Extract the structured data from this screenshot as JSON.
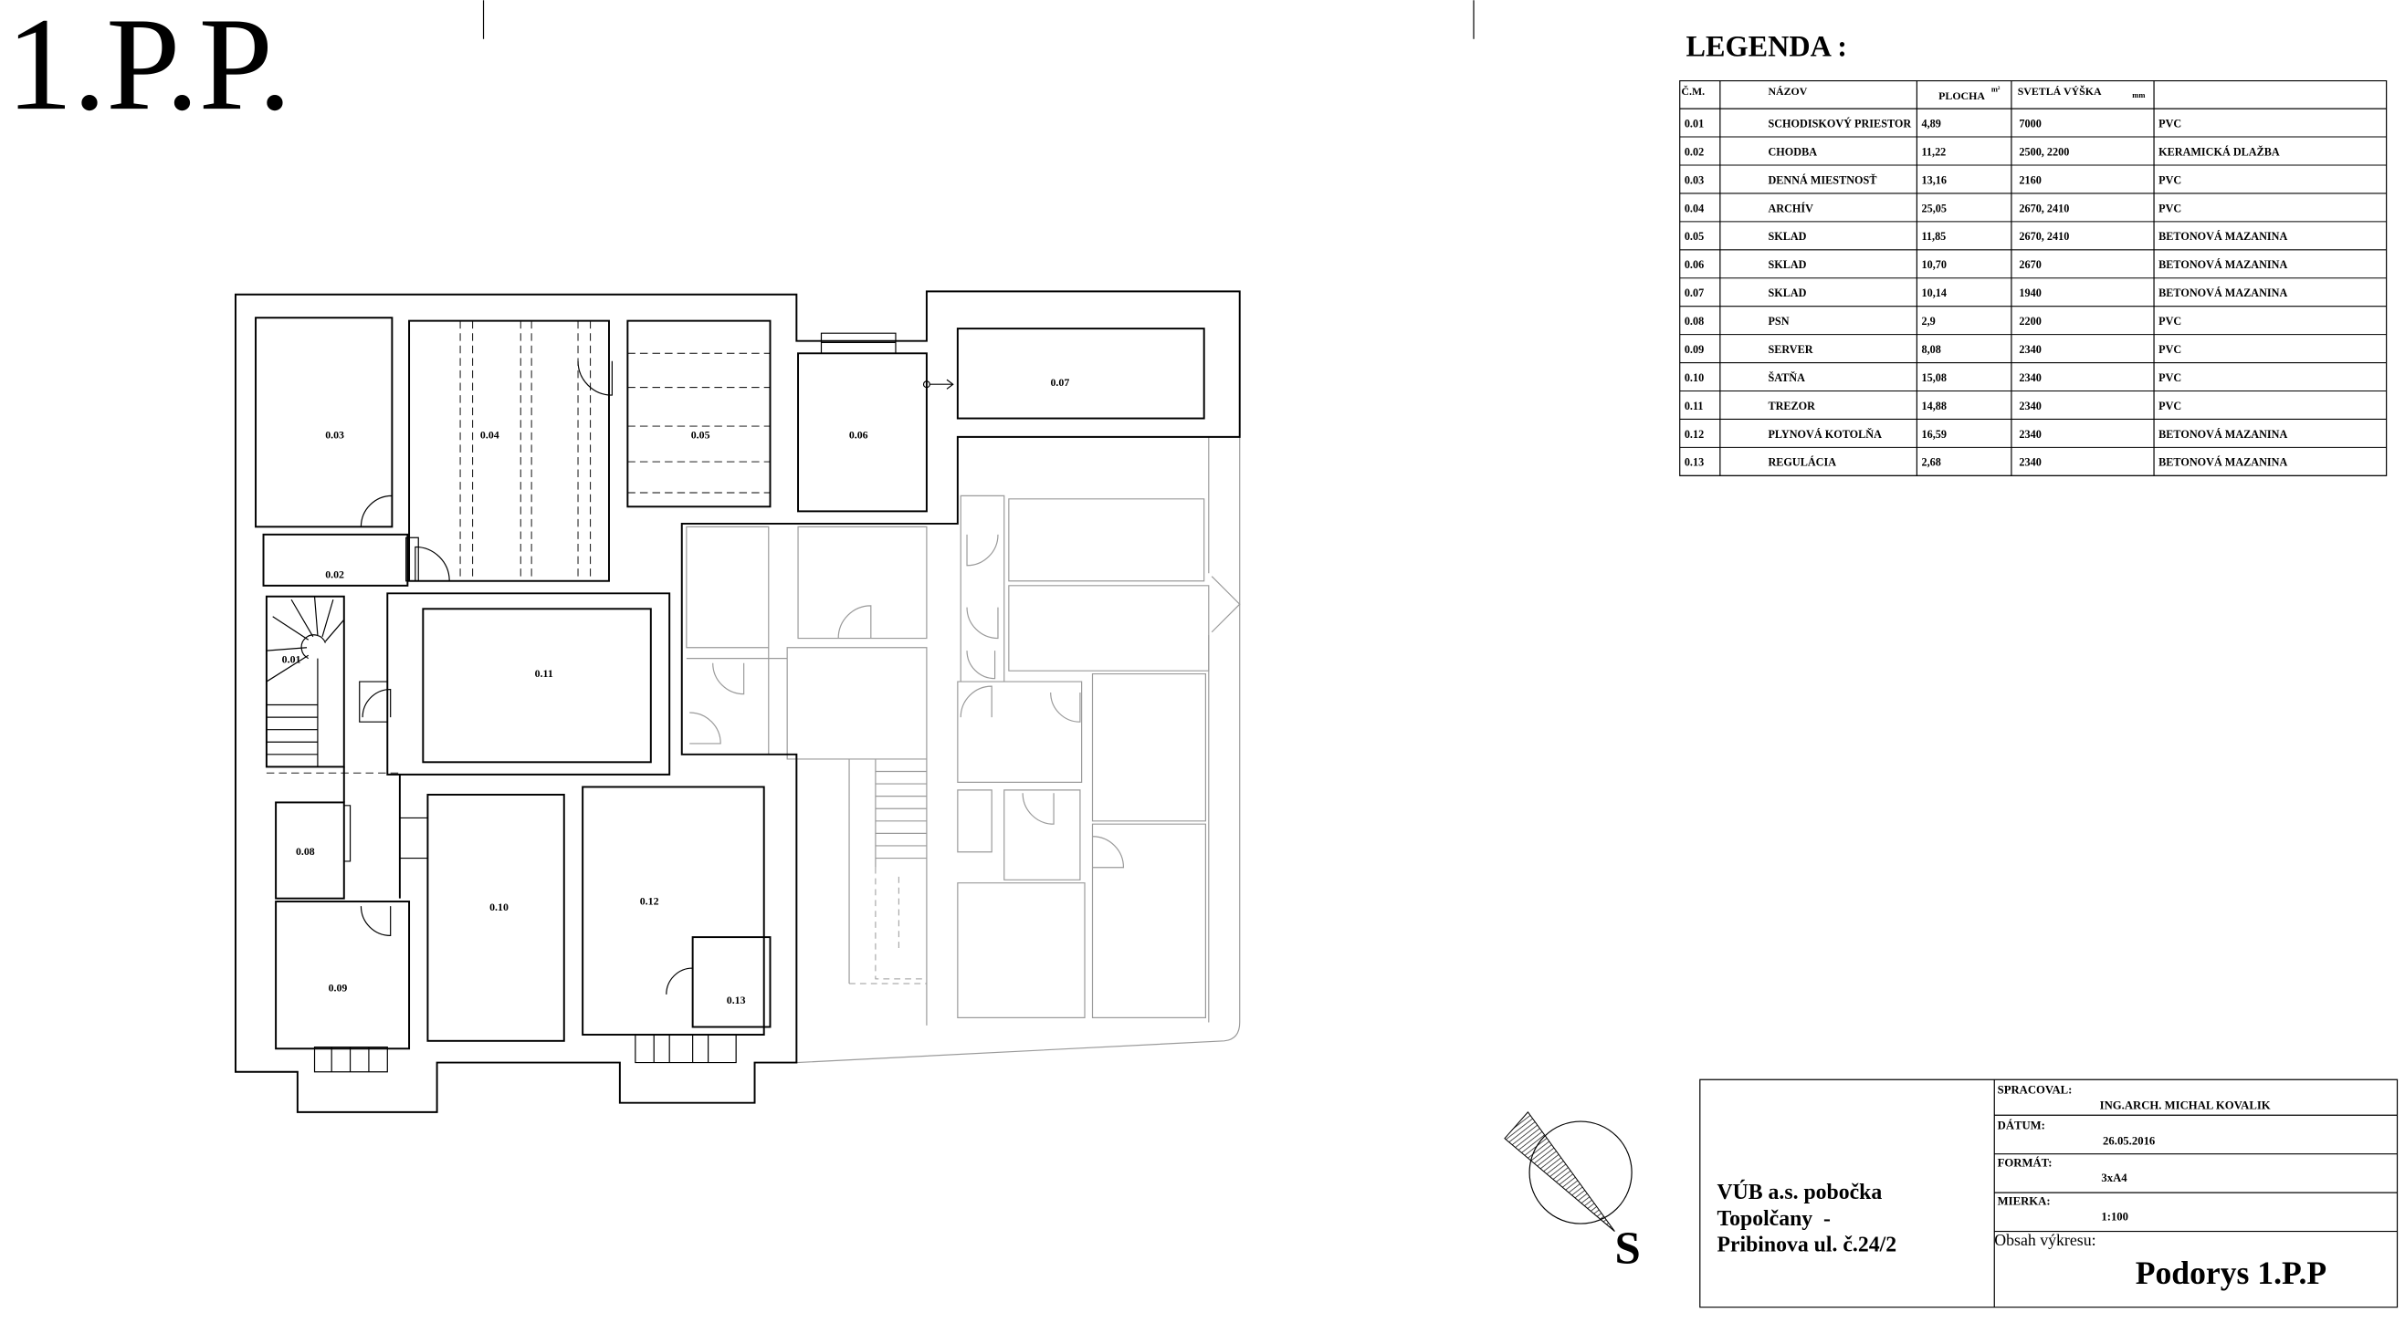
{
  "sheet": {
    "title": "1.P.P."
  },
  "legend": {
    "title": "LEGENDA :",
    "headers": {
      "number": "Č.M.",
      "name": "NÁZOV",
      "area": "PLOCHA",
      "area_unit": "m²",
      "height": "SVETLÁ VÝŠKA",
      "height_unit": "mm"
    },
    "rows": [
      {
        "number": "0.01",
        "name": "SCHODISKOVÝ PRIESTOR",
        "area": "4,89",
        "height": "7000",
        "material": "PVC"
      },
      {
        "number": "0.02",
        "name": "CHODBA",
        "area": "11,22",
        "height": "2500, 2200",
        "material": "KERAMICKÁ DLAŽBA"
      },
      {
        "number": "0.03",
        "name": "DENNÁ MIESTNOSŤ",
        "area": "13,16",
        "height": "2160",
        "material": "PVC"
      },
      {
        "number": "0.04",
        "name": "ARCHÍV",
        "area": "25,05",
        "height": "2670, 2410",
        "material": "PVC"
      },
      {
        "number": "0.05",
        "name": "SKLAD",
        "area": "11,85",
        "height": "2670, 2410",
        "material": "BETONOVÁ MAZANINA"
      },
      {
        "number": "0.06",
        "name": "SKLAD",
        "area": "10,70",
        "height": "2670",
        "material": "BETONOVÁ MAZANINA"
      },
      {
        "number": "0.07",
        "name": "SKLAD",
        "area": "10,14",
        "height": "1940",
        "material": "BETONOVÁ MAZANINA"
      },
      {
        "number": "0.08",
        "name": "PSN",
        "area": "2,9",
        "height": "2200",
        "material": "PVC"
      },
      {
        "number": "0.09",
        "name": "SERVER",
        "area": "8,08",
        "height": "2340",
        "material": "PVC"
      },
      {
        "number": "0.10",
        "name": "ŠATŇA",
        "area": "15,08",
        "height": "2340",
        "material": "PVC"
      },
      {
        "number": "0.11",
        "name": "TREZOR",
        "area": "14,88",
        "height": "2340",
        "material": "PVC"
      },
      {
        "number": "0.12",
        "name": "PLYNOVÁ KOTOLŇA",
        "area": "16,59",
        "height": "2340",
        "material": "BETONOVÁ MAZANINA"
      },
      {
        "number": "0.13",
        "name": "REGULÁCIA",
        "area": "2,68",
        "height": "2340",
        "material": "BETONOVÁ MAZANINA"
      }
    ]
  },
  "plan": {
    "room_labels": [
      "0.01",
      "0.02",
      "0.03",
      "0.04",
      "0.05",
      "0.06",
      "0.07",
      "0.08",
      "0.09",
      "0.10",
      "0.11",
      "0.12",
      "0.13"
    ]
  },
  "north_arrow": {
    "label": "S"
  },
  "title_block": {
    "project_lines": [
      "VÚB a.s. pobočka",
      "Topolčany  -",
      "Pribinova ul. č.24/2"
    ],
    "fields": [
      {
        "label": "SPRACOVAL:",
        "value": "ING.ARCH. MICHAL KOVALIK"
      },
      {
        "label": "DÁTUM:",
        "value": "26.05.2016"
      },
      {
        "label": "FORMÁT:",
        "value": "3xA4"
      },
      {
        "label": "MIERKA:",
        "value": "1:100"
      }
    ],
    "content_label": "Obsah výkresu:",
    "content_value": "Podorys 1.P.P"
  },
  "colors": {
    "ink": "#000000",
    "neighbor_lines": "#9a9a9a",
    "paper": "#ffffff"
  }
}
